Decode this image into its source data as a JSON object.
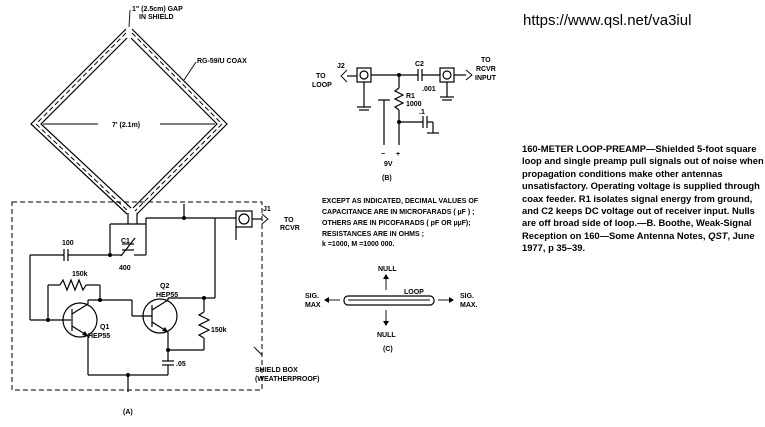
{
  "source_url": "https://www.qsl.net/va3iul",
  "caption": {
    "title": "160-METER LOOP-PREAMP",
    "body_before_italic": "—Shielded 5-foot square loop and single preamp pull signals out of noise when propagation conditions make other antennas unsatisfactory. Operating voltage is supplied through coax feeder. R1 isolates signal energy from ground, and C2 keeps DC voltage out of receiver input. Nulls are off broad side of loop.—B. Boothe, Weak-Signal Reception on 160—Some Antenna Notes, ",
    "italic": "QST",
    "body_after_italic": ", June 1977, p 35–39."
  },
  "diagram_a": {
    "gap_label_1": "1\" (2.5cm) GAP",
    "gap_label_2": "IN SHIELD",
    "coax_label": "RG-59/U COAX",
    "span_label": "7' (2.1m)",
    "cap_100": "100",
    "c1_label": "C1",
    "c1_value": "400",
    "r_150k_left": "150k",
    "q2_label": "Q2",
    "q2_type": "HEP55",
    "q1_label": "Q1",
    "q1_type": "HEP55",
    "r_150k_right": "150k",
    "cap_05": ".05",
    "j1_label": "J1",
    "to_rcvr_1": "TO",
    "to_rcvr_2": "RCVR",
    "shield_box_1": "SHIELD BOX",
    "shield_box_2": "(WEATHERPROOF)",
    "panel": "(A)"
  },
  "diagram_b": {
    "j2_label": "J2",
    "to_loop_1": "TO",
    "to_loop_2": "LOOP",
    "c2_label": "C2",
    "c2_value": ".001",
    "to_rcvr_input_1": "TO",
    "to_rcvr_input_2": "RCVR",
    "to_rcvr_input_3": "INPUT",
    "r1_label": "R1",
    "r1_value": "1000",
    "cap_01": ".1",
    "minus": "−",
    "plus": "+",
    "voltage": "9V",
    "panel": "(B)"
  },
  "notes": [
    "EXCEPT AS INDICATED, DECIMAL VALUES OF",
    "CAPACITANCE ARE IN MICROFARADS ( µF ) ;",
    "OTHERS ARE IN PICOFARADS ( pF OR µµF);",
    "RESISTANCES  ARE  IN  OHMS ;",
    "k =1000,  M =1000 000."
  ],
  "diagram_c": {
    "null_top": "NULL",
    "null_bottom": "NULL",
    "loop": "LOOP",
    "sig_max_left_1": "SIG.",
    "sig_max_left_2": "MAX",
    "sig_max_right_1": "SIG.",
    "sig_max_right_2": "MAX.",
    "panel": "(C)"
  }
}
